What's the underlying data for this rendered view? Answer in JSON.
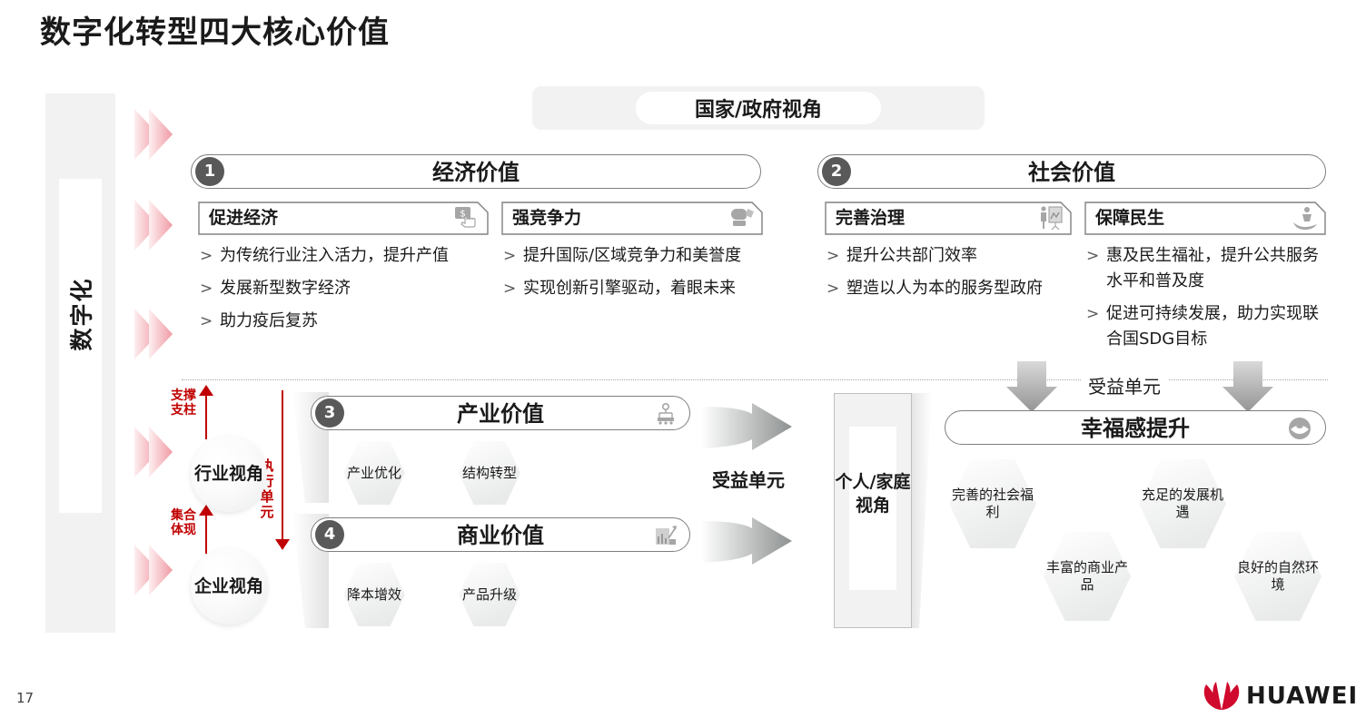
{
  "page": {
    "title": "数字化转型四大核心价值",
    "page_number": "17",
    "brand": "HUAWEI",
    "brand_color": "#cf0a2c"
  },
  "left_axis": {
    "label": "数字化",
    "chevron_icon": "chevron-right-icon",
    "chevron_color": "#f2b8bd",
    "chevron_count": 5
  },
  "top_banner": {
    "label": "国家/政府视角"
  },
  "cards": [
    {
      "number": "1",
      "title": "经济价值",
      "groups": [
        {
          "label": "促进经济",
          "icon": "money-click-icon",
          "bullets": [
            "为传统行业注入活力，提升产值",
            "发展新型数字经济",
            "助力疫后复苏"
          ]
        },
        {
          "label": "强竞争力",
          "icon": "boxing-glove-icon",
          "bullets": [
            "提升国际/区域竞争力和美誉度",
            "实现创新引擎驱动，着眼未来"
          ]
        }
      ]
    },
    {
      "number": "2",
      "title": "社会价值",
      "groups": [
        {
          "label": "完善治理",
          "icon": "presentation-person-icon",
          "bullets": [
            "提升公共部门效率",
            "塑造以人为本的服务型政府"
          ]
        },
        {
          "label": "保障民生",
          "icon": "caring-hands-icon",
          "bullets": [
            "惠及民生福祉，提升公共服务水平和普及度",
            "促进可持续发展，助力实现联合国SDG目标"
          ]
        }
      ]
    }
  ],
  "divider": {
    "label": "受益单元"
  },
  "flow_labels": {
    "support_pillar": "支撑支柱",
    "aggregate_manifest": "集合体现",
    "execution_unit": "执行单元",
    "benefit_unit_center": "受益单元",
    "arrow_color": "#c00000"
  },
  "perspectives": [
    {
      "label": "行业视角"
    },
    {
      "label": "企业视角"
    }
  ],
  "lower_cards": [
    {
      "number": "3",
      "title": "产业价值",
      "icon": "factory-gear-icon",
      "hexes": [
        "产业优化",
        "结构转型"
      ]
    },
    {
      "number": "4",
      "title": "商业价值",
      "icon": "business-chart-icon",
      "hexes": [
        "降本增效",
        "产品升级"
      ]
    }
  ],
  "person_family": {
    "label": "个人/家庭视角"
  },
  "happiness": {
    "number": "",
    "title": "幸福感提升",
    "icon": "smile-happiness-icon",
    "hexes": [
      "完善的社会福利",
      "丰富的商业产品",
      "充足的发展机遇",
      "良好的自然环境"
    ]
  }
}
